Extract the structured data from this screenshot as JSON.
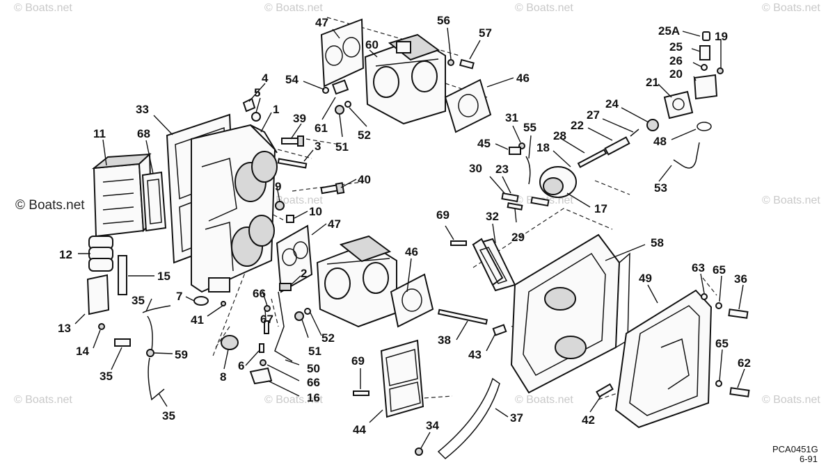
{
  "callouts": [
    {
      "id": "c47a",
      "text": "47"
    },
    {
      "id": "c60",
      "text": "60"
    },
    {
      "id": "c56",
      "text": "56"
    },
    {
      "id": "c57",
      "text": "57"
    },
    {
      "id": "c46a",
      "text": "46"
    },
    {
      "id": "c54",
      "text": "54"
    },
    {
      "id": "c61",
      "text": "61"
    },
    {
      "id": "c52a",
      "text": "52"
    },
    {
      "id": "c51a",
      "text": "51"
    },
    {
      "id": "c4",
      "text": "4"
    },
    {
      "id": "c5",
      "text": "5"
    },
    {
      "id": "c1",
      "text": "1"
    },
    {
      "id": "c33",
      "text": "33"
    },
    {
      "id": "c39",
      "text": "39"
    },
    {
      "id": "c3",
      "text": "3"
    },
    {
      "id": "c11",
      "text": "11"
    },
    {
      "id": "c68",
      "text": "68"
    },
    {
      "id": "c40",
      "text": "40"
    },
    {
      "id": "c9",
      "text": "9"
    },
    {
      "id": "c10",
      "text": "10"
    },
    {
      "id": "c47b",
      "text": "47"
    },
    {
      "id": "c12",
      "text": "12"
    },
    {
      "id": "c15",
      "text": "15"
    },
    {
      "id": "c2",
      "text": "2"
    },
    {
      "id": "c46b",
      "text": "46"
    },
    {
      "id": "c7",
      "text": "7"
    },
    {
      "id": "c35a",
      "text": "35"
    },
    {
      "id": "c41",
      "text": "41"
    },
    {
      "id": "c66a",
      "text": "66"
    },
    {
      "id": "c67",
      "text": "67"
    },
    {
      "id": "c13",
      "text": "13"
    },
    {
      "id": "c14",
      "text": "14"
    },
    {
      "id": "c51b",
      "text": "51"
    },
    {
      "id": "c52b",
      "text": "52"
    },
    {
      "id": "c59",
      "text": "59"
    },
    {
      "id": "c35b",
      "text": "35"
    },
    {
      "id": "c8",
      "text": "8"
    },
    {
      "id": "c6",
      "text": "6"
    },
    {
      "id": "c50",
      "text": "50"
    },
    {
      "id": "c66b",
      "text": "66"
    },
    {
      "id": "c16",
      "text": "16"
    },
    {
      "id": "c35c",
      "text": "35"
    },
    {
      "id": "c25A",
      "text": "25A"
    },
    {
      "id": "c19",
      "text": "19"
    },
    {
      "id": "c25",
      "text": "25"
    },
    {
      "id": "c26",
      "text": "26"
    },
    {
      "id": "c20",
      "text": "20"
    },
    {
      "id": "c21",
      "text": "21"
    },
    {
      "id": "c24",
      "text": "24"
    },
    {
      "id": "c27",
      "text": "27"
    },
    {
      "id": "c31",
      "text": "31"
    },
    {
      "id": "c55",
      "text": "55"
    },
    {
      "id": "c22",
      "text": "22"
    },
    {
      "id": "c28",
      "text": "28"
    },
    {
      "id": "c45",
      "text": "45"
    },
    {
      "id": "c18",
      "text": "18"
    },
    {
      "id": "c48",
      "text": "48"
    },
    {
      "id": "c30",
      "text": "30"
    },
    {
      "id": "c23",
      "text": "23"
    },
    {
      "id": "c17",
      "text": "17"
    },
    {
      "id": "c29",
      "text": "29"
    },
    {
      "id": "c53",
      "text": "53"
    },
    {
      "id": "c69a",
      "text": "69"
    },
    {
      "id": "c32",
      "text": "32"
    },
    {
      "id": "c58",
      "text": "58"
    },
    {
      "id": "c63",
      "text": "63"
    },
    {
      "id": "c65a",
      "text": "65"
    },
    {
      "id": "c36",
      "text": "36"
    },
    {
      "id": "c49",
      "text": "49"
    },
    {
      "id": "c38",
      "text": "38"
    },
    {
      "id": "c43",
      "text": "43"
    },
    {
      "id": "c65b",
      "text": "65"
    },
    {
      "id": "c62",
      "text": "62"
    },
    {
      "id": "c69b",
      "text": "69"
    },
    {
      "id": "c44",
      "text": "44"
    },
    {
      "id": "c42",
      "text": "42"
    },
    {
      "id": "c37",
      "text": "37"
    },
    {
      "id": "c34",
      "text": "34"
    }
  ],
  "watermarks": {
    "brand": "© Boats.net",
    "left_brand": "© Boats.net"
  },
  "drawing_code": {
    "number": "PCA0451G",
    "date": "6-91"
  }
}
